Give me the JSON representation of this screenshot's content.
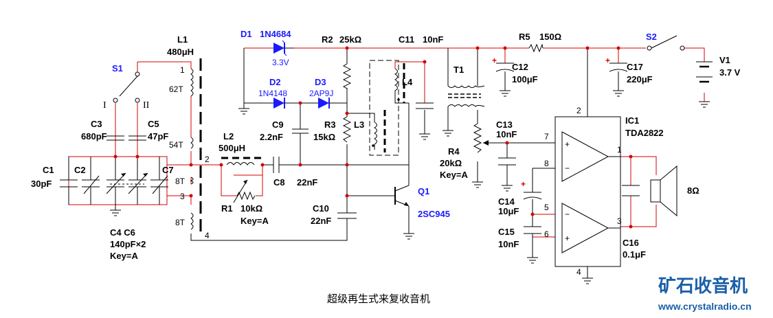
{
  "title": "超级再生式来复收音机",
  "logo": {
    "text": "矿石收音机",
    "url": "www.crystalradio.cn"
  },
  "components": {
    "L1": {
      "ref": "L1",
      "value": "480μH",
      "turns": [
        "62T",
        "54T",
        "8T",
        "8T"
      ],
      "pins": [
        "1",
        "2",
        "3",
        "4"
      ]
    },
    "S1": {
      "ref": "S1",
      "pos1": "I",
      "pos2": "II"
    },
    "C1": {
      "ref": "C1",
      "value": "30pF"
    },
    "C2": {
      "ref": "C2"
    },
    "C3": {
      "ref": "C3",
      "value": "680pF"
    },
    "C5": {
      "ref": "C5",
      "value": "47pF"
    },
    "C7": {
      "ref": "C7"
    },
    "C4C6": {
      "ref": "C4 C6",
      "value": "140pF×2",
      "key": "Key=A"
    },
    "L2": {
      "ref": "L2",
      "value": "500μH"
    },
    "R1": {
      "ref": "R1",
      "value": "10kΩ",
      "key": "Key=A"
    },
    "C8": {
      "ref": "C8",
      "value": "22nF"
    },
    "D1": {
      "ref": "D1",
      "part": "1N4684",
      "value": "3.3V"
    },
    "D2": {
      "ref": "D2",
      "part": "1N4148"
    },
    "D3": {
      "ref": "D3",
      "part": "2AP9J"
    },
    "C9": {
      "ref": "C9",
      "value": "2.2nF"
    },
    "R2": {
      "ref": "R2",
      "value": "25kΩ"
    },
    "R3": {
      "ref": "R3",
      "value": "15kΩ"
    },
    "L3": {
      "ref": "L3"
    },
    "L4": {
      "ref": "L4"
    },
    "C10": {
      "ref": "C10",
      "value": "22nF"
    },
    "Q1": {
      "ref": "Q1",
      "part": "2SC945"
    },
    "C11": {
      "ref": "C11",
      "value": "10nF"
    },
    "T1": {
      "ref": "T1"
    },
    "C12": {
      "ref": "C12",
      "value": "100μF"
    },
    "R4": {
      "ref": "R4",
      "value": "20kΩ",
      "key": "Key=A"
    },
    "C13": {
      "ref": "C13",
      "value": "10nF"
    },
    "C14": {
      "ref": "C14",
      "value": "10μF"
    },
    "C15": {
      "ref": "C15",
      "value": "10nF"
    },
    "R5": {
      "ref": "R5",
      "value": "150Ω"
    },
    "C17": {
      "ref": "C17",
      "value": "220μF"
    },
    "S2": {
      "ref": "S2"
    },
    "V1": {
      "ref": "V1",
      "value": "3.7 V"
    },
    "IC1": {
      "ref": "IC1",
      "part": "TDA2822",
      "pins": [
        "1",
        "2",
        "3",
        "4",
        "5",
        "6",
        "7",
        "8"
      ]
    },
    "C16": {
      "ref": "C16",
      "value": "0.1μF"
    },
    "SPK": {
      "value": "8Ω"
    }
  },
  "colors": {
    "wire": "#000000",
    "wire_red": "#d40000",
    "label_blue": "#1a1aff",
    "logo": "#1a5fa8"
  }
}
